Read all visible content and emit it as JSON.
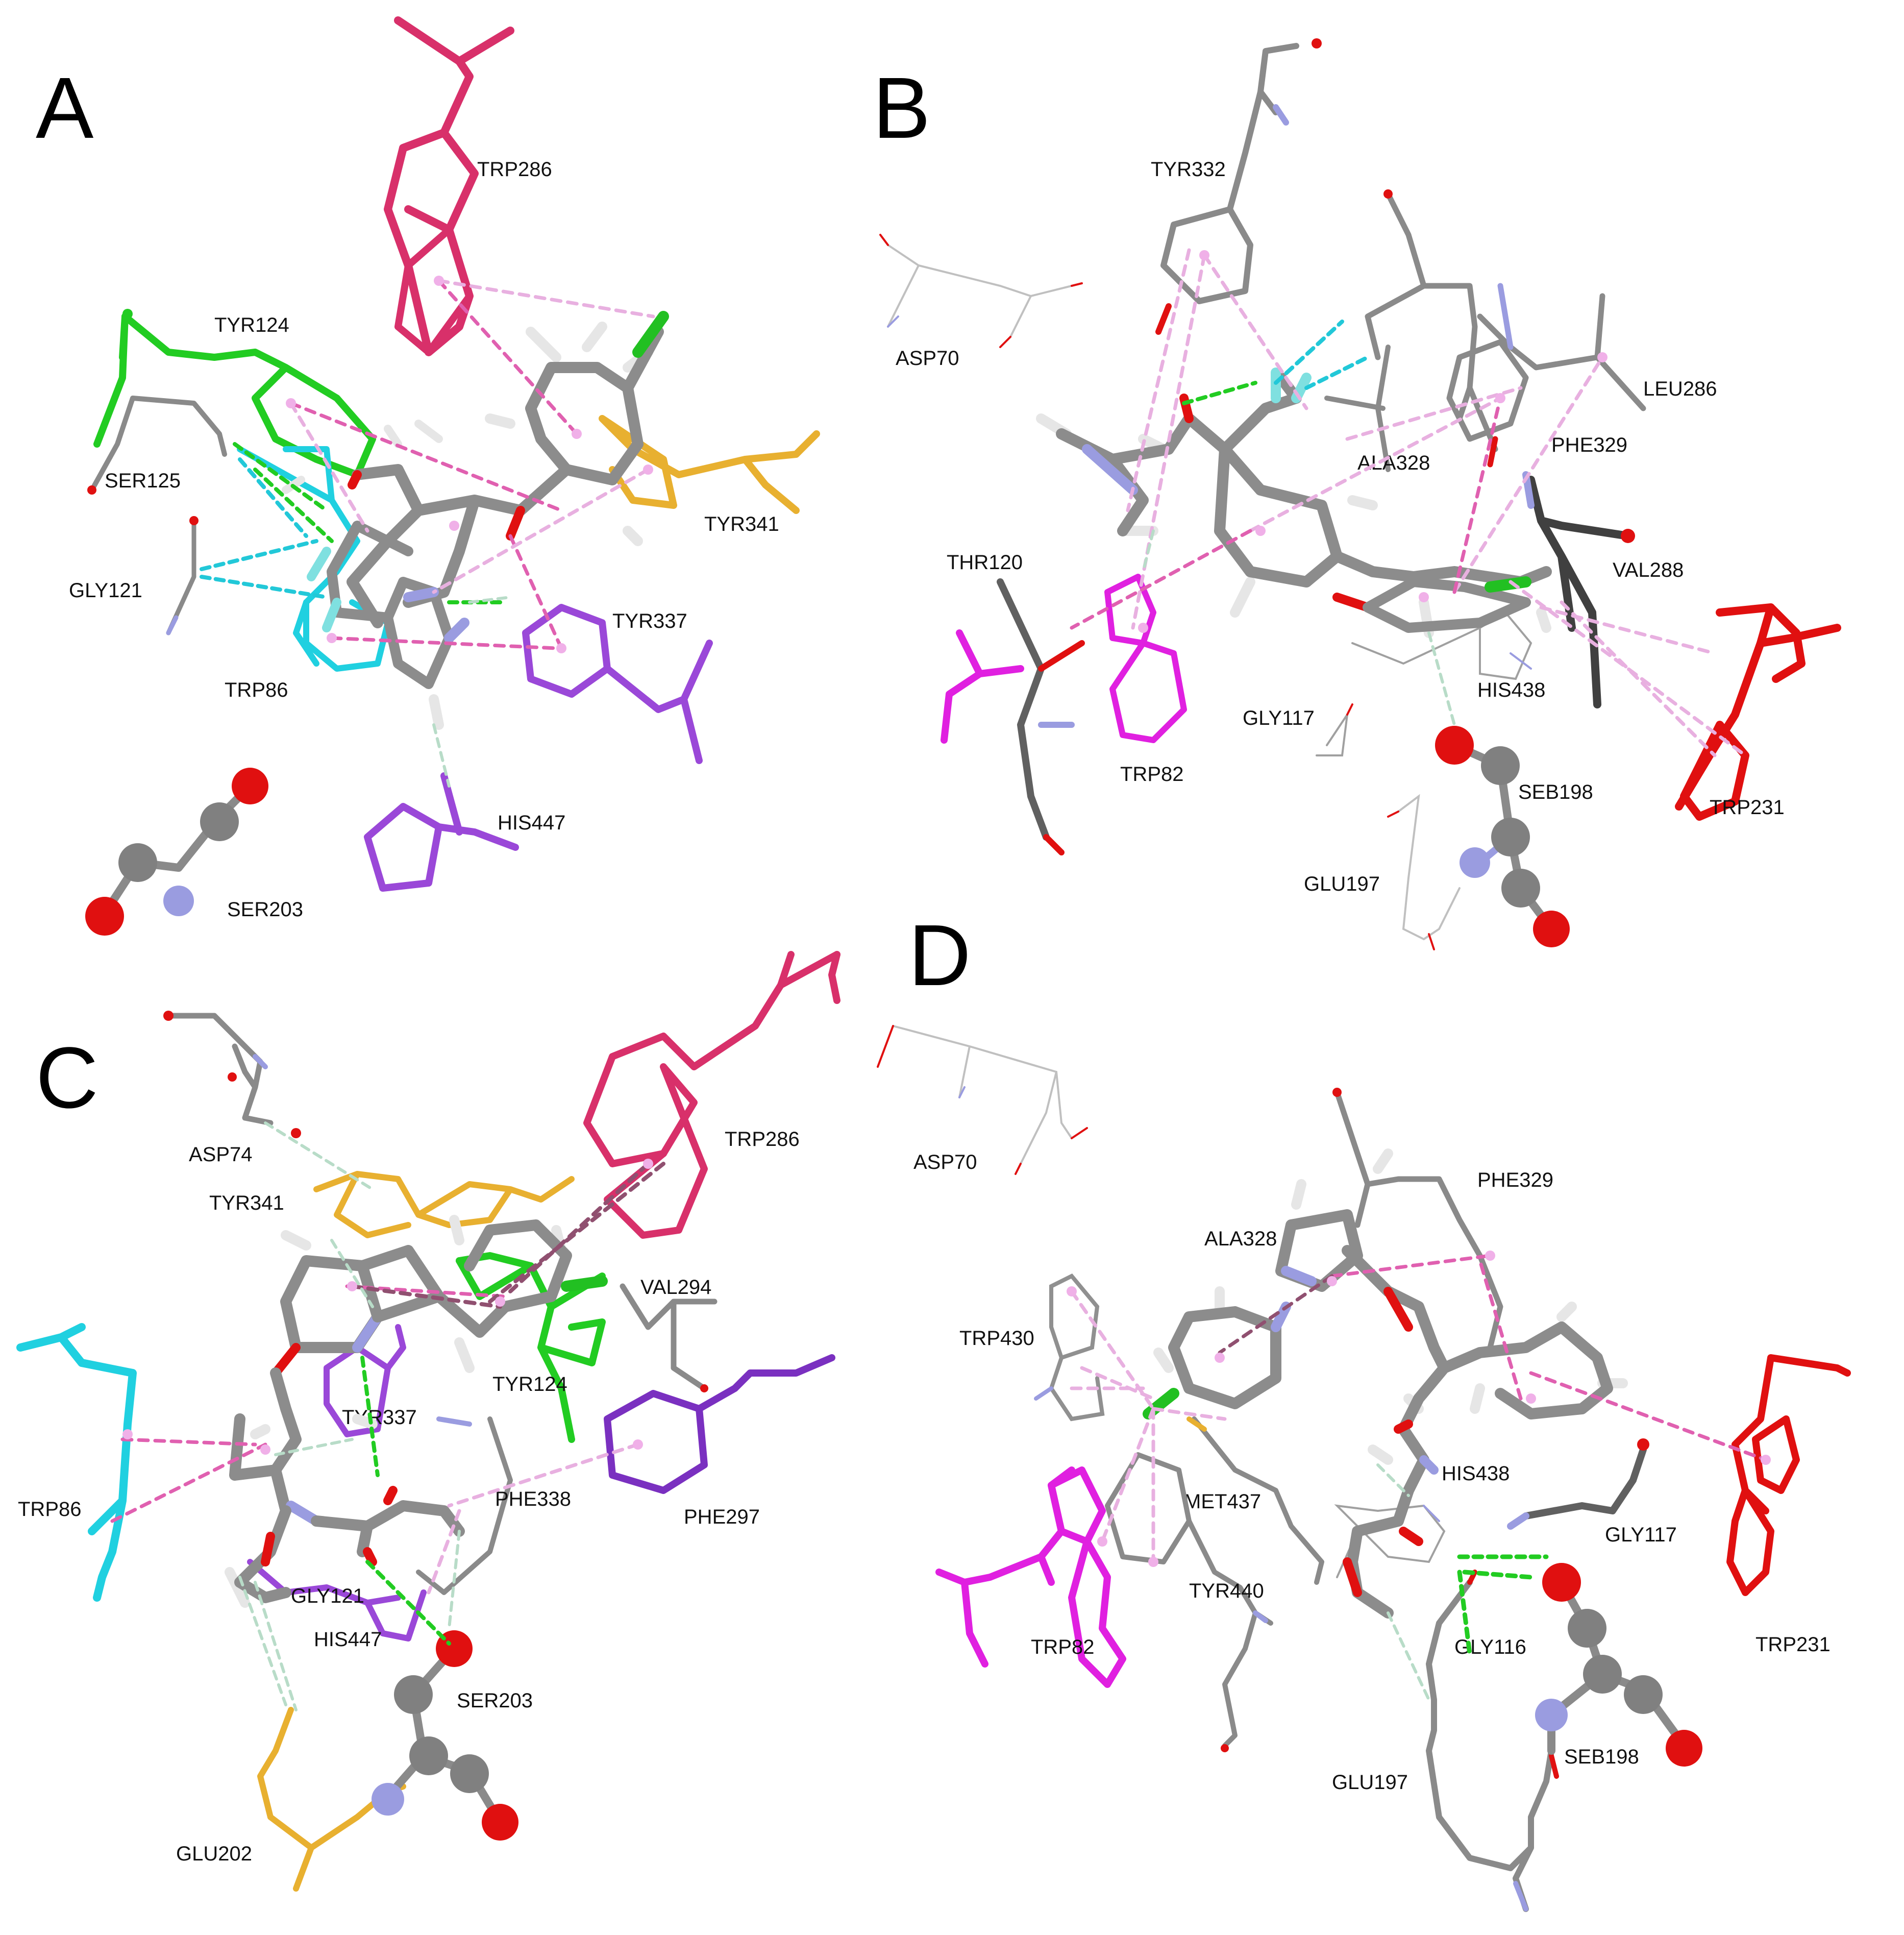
{
  "colors": {
    "ligand": "#8c8c8c",
    "ligand_h": "#e6e6e6",
    "oxygen": "#e01010",
    "nitrogen": "#9a9ce0",
    "chlorine": "#22c022",
    "fluorine": "#7fe0e0",
    "hbond": "#22cc22",
    "halogen": "#22c8d8",
    "pi_pi": "#e060b0",
    "pi_alkyl": "#e8b0e0",
    "carbon_hb": "#b8dcc8",
    "pi_sigma": "#905070",
    "trp286": "#d8306a",
    "tyr124": "#22cc22",
    "tyr341": "#e8b030",
    "trp86": "#20d0e0",
    "tyr337": "#9a48d8",
    "his447": "#9a48d8",
    "trp82": "#e020e0",
    "trp231": "#e01010",
    "glu202": "#e8b030",
    "phe297": "#7a30c0",
    "grey": "#8a8a8a",
    "dark_grey": "#555555"
  },
  "panels": {
    "A": {
      "letter": "A",
      "labels": {
        "trp286": "TRP286",
        "tyr124": "TYR124",
        "ser125": "SER125",
        "gly121": "GLY121",
        "tyr341": "TYR341",
        "tyr337": "TYR337",
        "trp86": "TRP86",
        "his447": "HIS447",
        "ser203": "SER203"
      }
    },
    "B": {
      "letter": "B",
      "labels": {
        "tyr332": "TYR332",
        "asp70": "ASP70",
        "leu286": "LEU286",
        "phe329": "PHE329",
        "ala328": "ALA328",
        "thr120": "THR120",
        "val288": "VAL288",
        "his438": "HIS438",
        "gly117": "GLY117",
        "trp82": "TRP82",
        "seb198": "SEB198",
        "trp231": "TRP231",
        "glu197": "GLU197"
      }
    },
    "C": {
      "letter": "C",
      "labels": {
        "asp74": "ASP74",
        "trp286": "TRP286",
        "tyr341": "TYR341",
        "val294": "VAL294",
        "tyr337": "TYR337",
        "tyr124": "TYR124",
        "trp86": "TRP86",
        "phe338": "PHE338",
        "phe297": "PHE297",
        "gly121": "GLY121",
        "his447": "HIS447",
        "ser203": "SER203",
        "glu202": "GLU202"
      }
    },
    "D": {
      "letter": "D",
      "labels": {
        "asp70": "ASP70",
        "phe329": "PHE329",
        "ala328": "ALA328",
        "trp430": "TRP430",
        "his438": "HIS438",
        "met437": "MET437",
        "gly117": "GLY117",
        "tyr440": "TYR440",
        "trp231": "TRP231",
        "gly116": "GLY116",
        "trp82": "TRP82",
        "seb198": "SEB198",
        "glu197": "GLU197"
      }
    }
  }
}
